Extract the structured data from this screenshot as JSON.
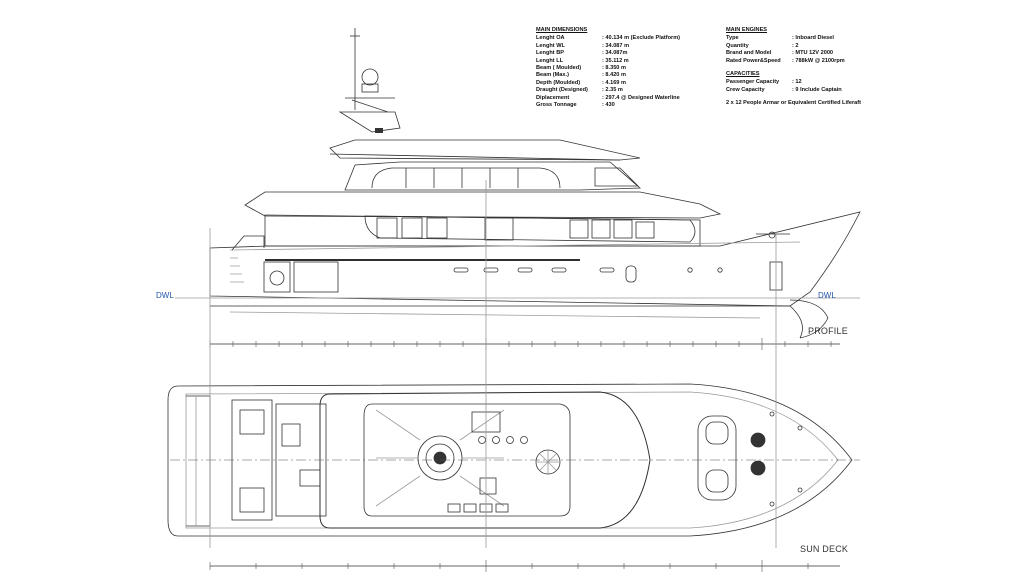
{
  "main_dimensions": {
    "title": "MAIN DIMENSIONS",
    "rows": [
      {
        "label": "Lenght OA",
        "value": ": 40.134 m (Exclude Platform)"
      },
      {
        "label": "Lenght WL",
        "value": ": 34.087 m"
      },
      {
        "label": "Lenght BP",
        "value": ": 34.087m"
      },
      {
        "label": "Lenght LL",
        "value": ": 35.112 m"
      },
      {
        "label": "Beam ( Moulded)",
        "value": ": 8.350 m"
      },
      {
        "label": "Beam (Max.)",
        "value": ": 8.420 m"
      },
      {
        "label": "Depth (Moulded)",
        "value": ": 4.169 m"
      },
      {
        "label": "Draught (Designed)",
        "value": ": 2.35 m"
      },
      {
        "label": "Diplacement",
        "value": ": 297.4 @ Designed Waterline"
      },
      {
        "label": "Gross Tonnage",
        "value": ": 430"
      }
    ]
  },
  "main_engines": {
    "title": "MAIN ENGINES",
    "rows": [
      {
        "label": "Type",
        "value": ": Inboard Diesel"
      },
      {
        "label": "Quantity",
        "value": ": 2"
      },
      {
        "label": "Brand and Model",
        "value": ": MTU 12V 2000"
      },
      {
        "label": "Rated Power&Speed",
        "value": ": 788kW @ 2100rpm"
      }
    ]
  },
  "capacities": {
    "title": "CAPACITIES",
    "rows": [
      {
        "label": "Passenger Capacity",
        "value": ": 12"
      },
      {
        "label": "Crew Capacity",
        "value": ": 9 Include Captain"
      }
    ],
    "liferaft": "2 x 12 People Armar or Equivalent Certified Liferaft"
  },
  "views": {
    "profile": "PROFILE",
    "sun_deck": "SUN DECK"
  },
  "waterline": {
    "left": "DWL",
    "right": "DWL"
  },
  "colors": {
    "line": "#333333",
    "light_line": "#9a9a9a",
    "waterline": "#2255aa"
  }
}
